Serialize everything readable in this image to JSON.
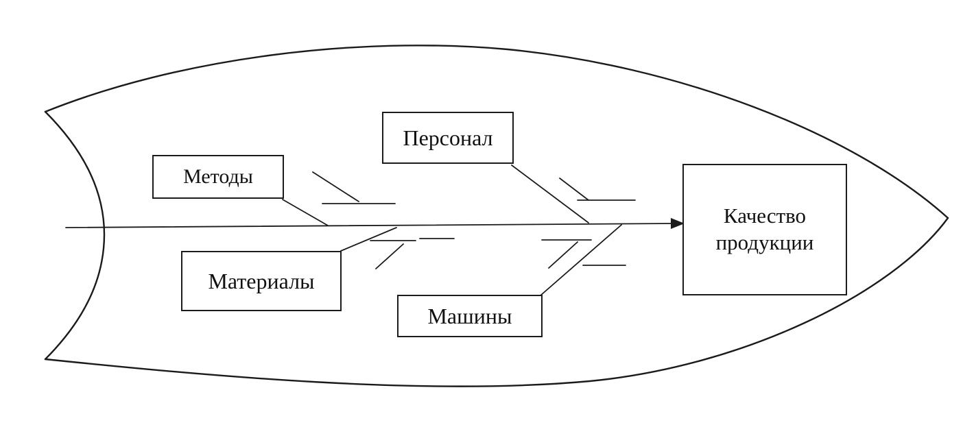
{
  "diagram": {
    "type": "fishbone-ishikawa",
    "labels": {
      "methods": "Методы",
      "personnel": "Персонал",
      "materials": "Материалы",
      "machines": "Машины",
      "effect": "Качество продукции"
    },
    "colors": {
      "line": "#1b1b1b",
      "background": "#ffffff",
      "box_border": "#1b1b1b"
    }
  }
}
